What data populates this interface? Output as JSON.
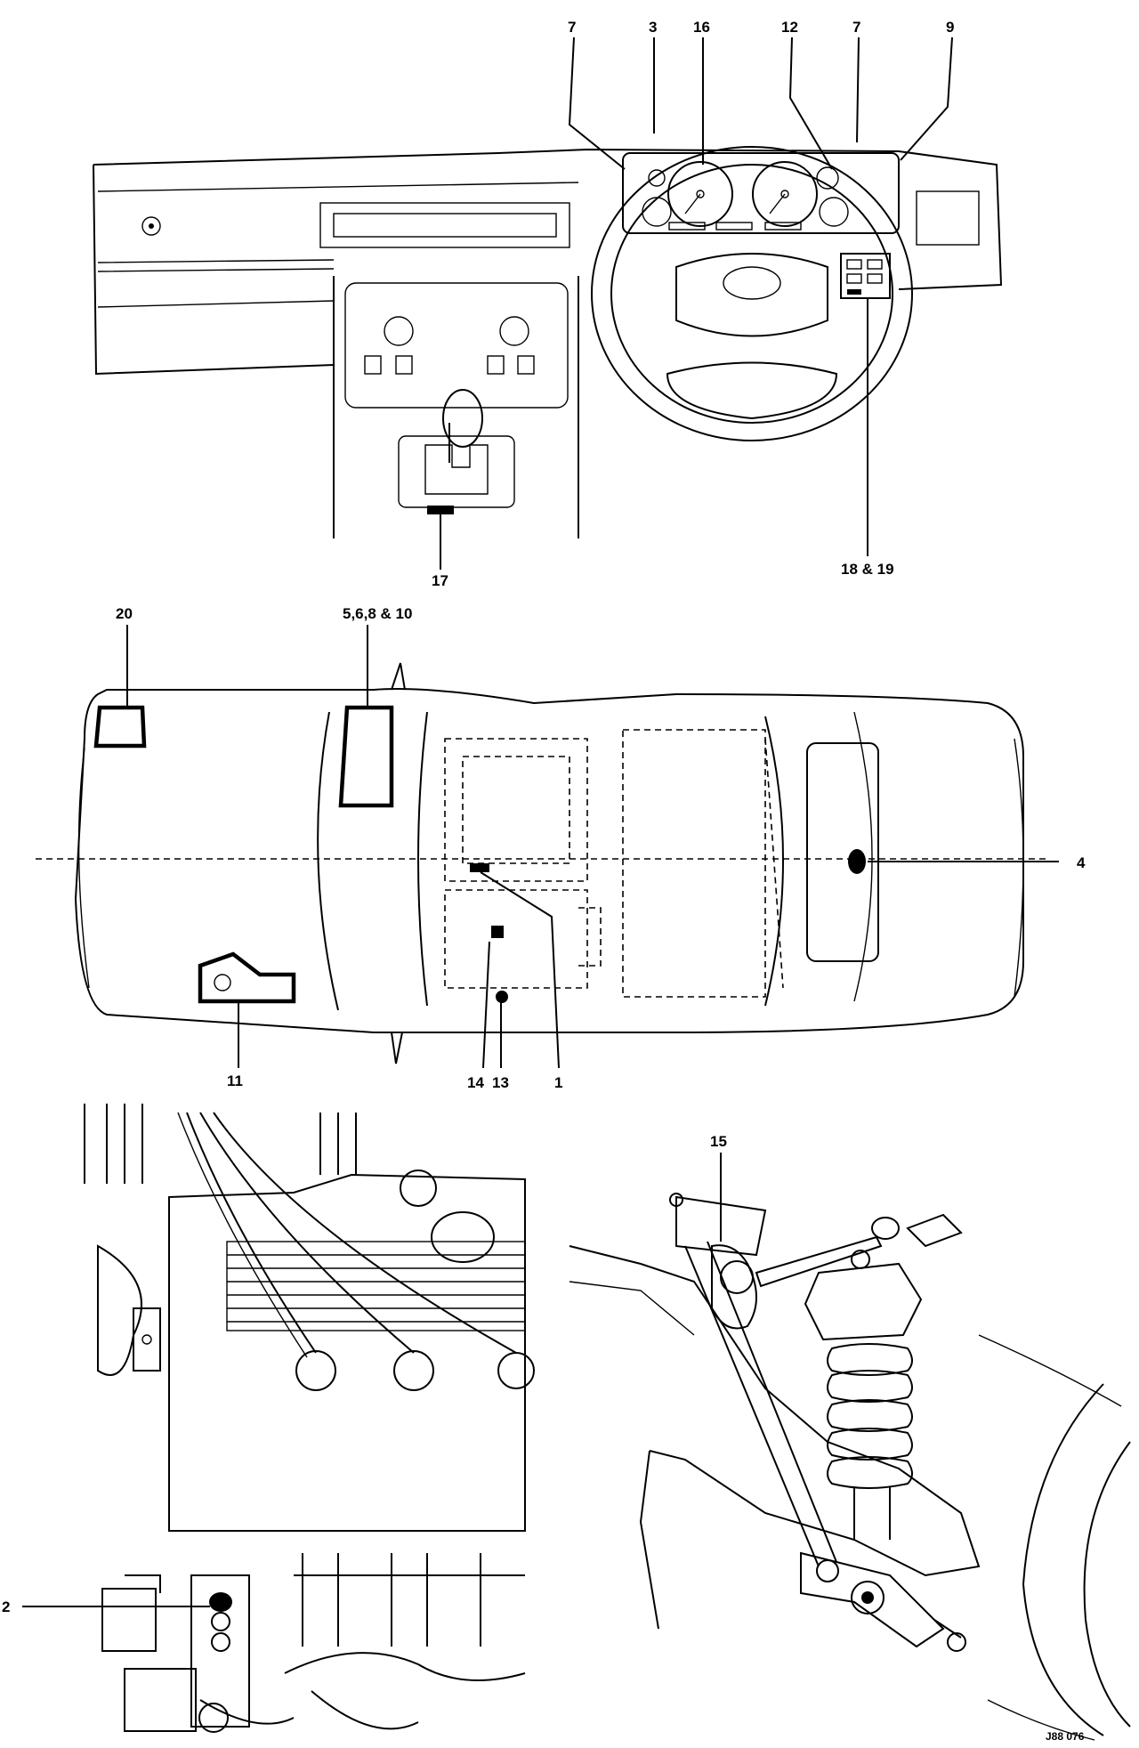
{
  "figure_ref": "J88 076",
  "callouts": {
    "c7a": "7",
    "c3": "3",
    "c16": "16",
    "c12": "12",
    "c7b": "7",
    "c9": "9",
    "c17": "17",
    "c18_19": "18 & 19",
    "c20": "20",
    "c5_6_8_10": "5,6,8 & 10",
    "c4": "4",
    "c11": "11",
    "c14": "14",
    "c13": "13",
    "c1": "1",
    "c15": "15",
    "c2": "2"
  }
}
